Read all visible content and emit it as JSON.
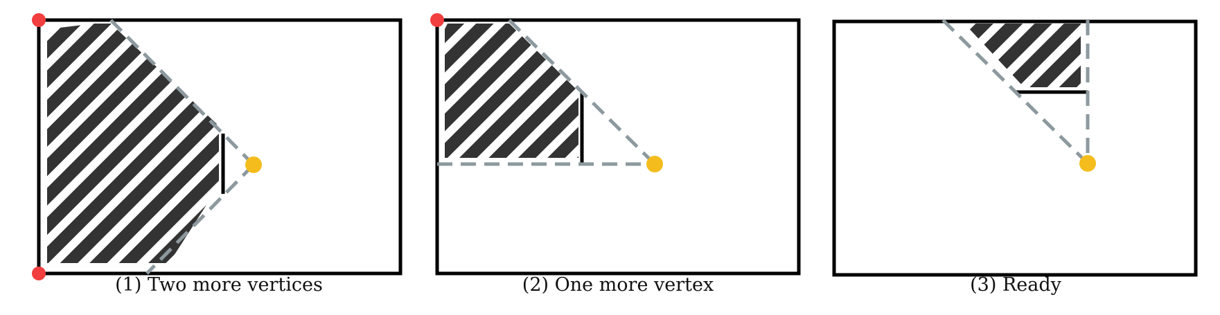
{
  "panels": [
    {
      "caption": "(1) Two more vertices"
    },
    {
      "caption": "(2) One more vertex"
    },
    {
      "caption": "(3) Ready"
    }
  ],
  "colors": {
    "frame": "#000000",
    "hatch": "#333333",
    "sight_line": "#8c999e",
    "viewpoint": "#f4bd1d",
    "vertex_marker": "#f13e3e"
  }
}
